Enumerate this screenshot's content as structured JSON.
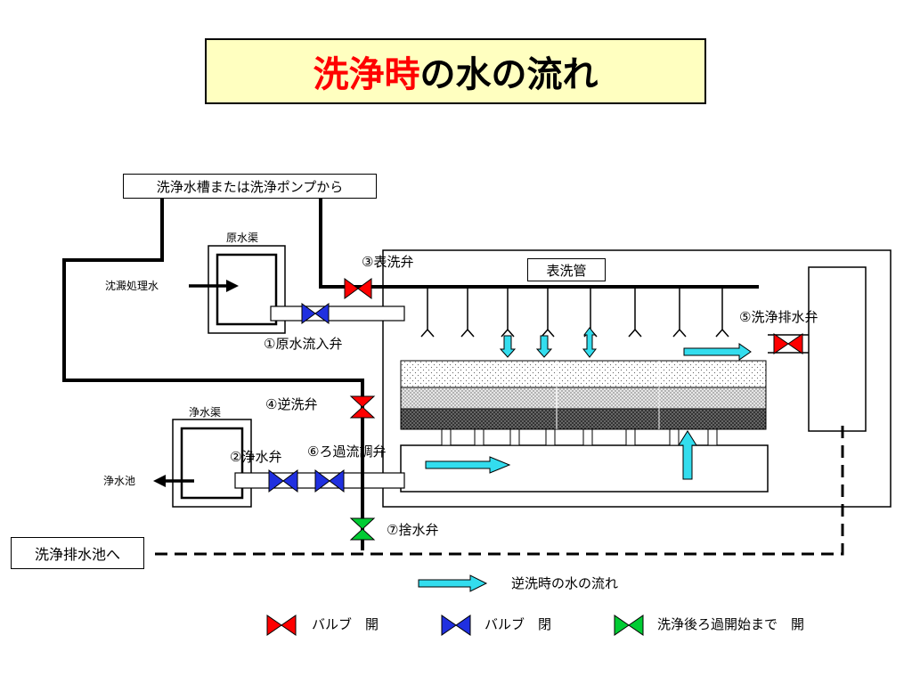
{
  "title": {
    "highlight": "洗浄時",
    "rest": "の水の流れ"
  },
  "labels": {
    "source": "洗浄水槽または洗浄ポンプから",
    "raw_channel": "原水渠",
    "settled_water": "沈澱処理水",
    "clean_channel": "浄水渠",
    "clean_pool": "浄水池",
    "drain_pool": "洗浄排水池へ",
    "surface_pipe": "表洗管",
    "valve1": "①原水流入弁",
    "valve2": "②浄水弁",
    "valve3": "③表洗弁",
    "valve4": "④逆洗弁",
    "valve5": "⑤洗浄排水弁",
    "valve6": "⑥ろ過流調弁",
    "valve7": "⑦捨水弁"
  },
  "legend": {
    "flow": "逆洗時の水の流れ",
    "open": "バルブ　開",
    "closed": "バルブ　閉",
    "waste": "洗浄後ろ過開始まで　開"
  },
  "colors": {
    "title_bg": "#ffffc0",
    "title_highlight": "#ff0000",
    "valve_open": "#ff0000",
    "valve_closed": "#2030e0",
    "valve_waste": "#00cc33",
    "flow_arrow": "#33ddee"
  }
}
